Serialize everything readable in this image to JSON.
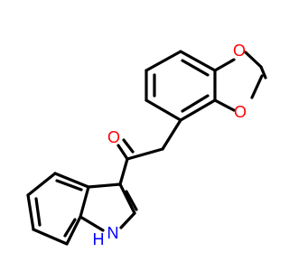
{
  "molecule": {
    "atoms": {
      "carbonyl_oxygen": "O",
      "dioxole_oxygen_top": "O",
      "dioxole_oxygen_right": "O",
      "indole_nitrogen": "N",
      "indole_hydrogen": "H"
    },
    "colors": {
      "oxygen": "#ff0000",
      "nitrogen": "#0000ff",
      "bond": "#000000",
      "background": "#ffffff"
    }
  }
}
